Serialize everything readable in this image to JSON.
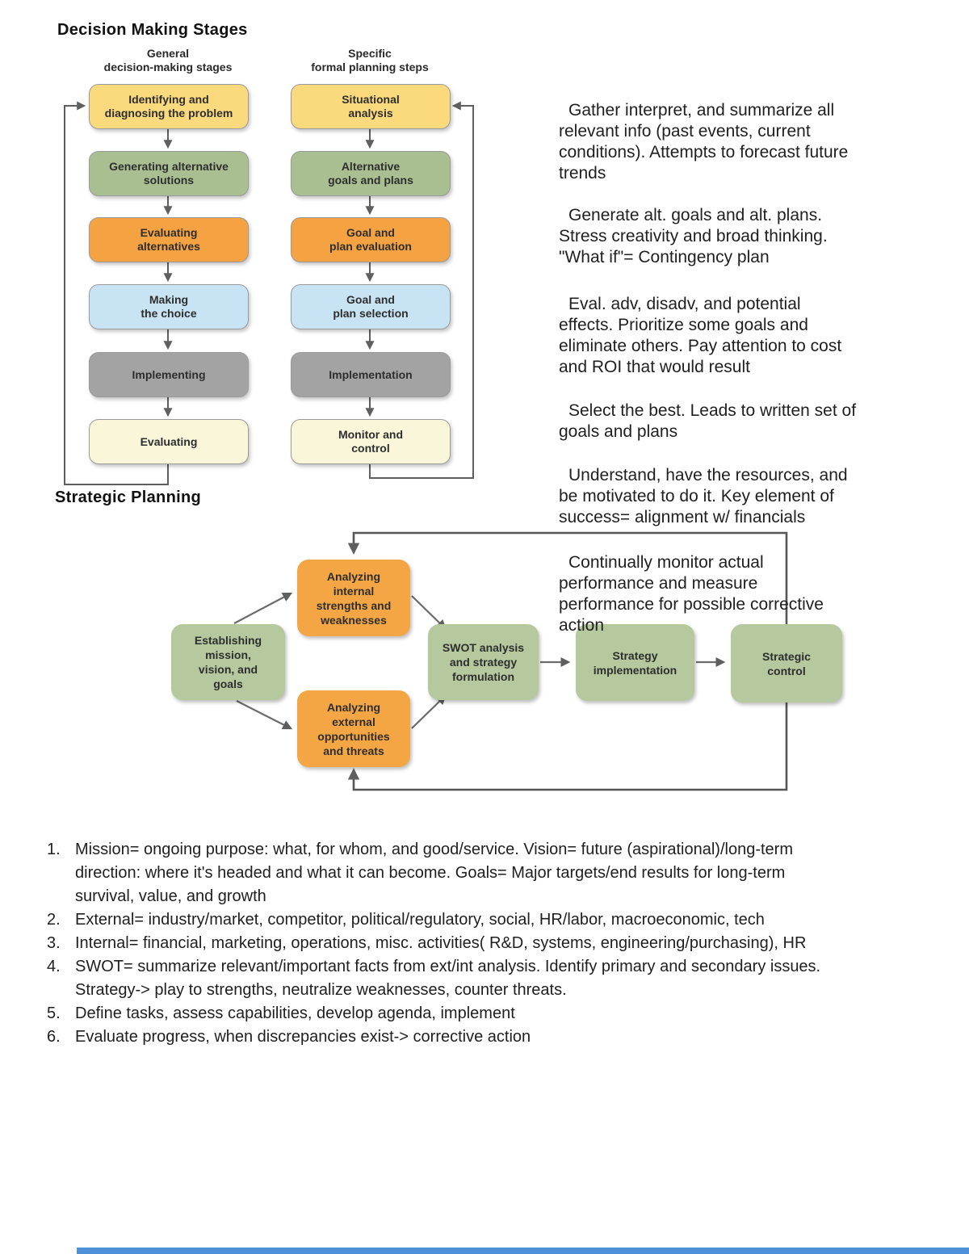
{
  "titles": {
    "main": "Decision Making Stages",
    "strategic": "Strategic Planning"
  },
  "decision_diagram": {
    "left_header": "General\ndecision-making stages",
    "right_header": "Specific\nformal planning steps",
    "rows": [
      {
        "color": "#fbd97d",
        "left": "Identifying and\ndiagnosing the problem",
        "right": "Situational\nanalysis"
      },
      {
        "color": "#a9bf92",
        "left": "Generating alternative\nsolutions",
        "right": "Alternative\ngoals and plans"
      },
      {
        "color": "#f5a243",
        "left": "Evaluating\nalternatives",
        "right": "Goal and\nplan evaluation"
      },
      {
        "color": "#c8e4f4",
        "left": "Making\nthe choice",
        "right": "Goal and\nplan selection"
      },
      {
        "color": "#a3a3a3",
        "left": "Implementing",
        "right": "Implementation"
      },
      {
        "color": "#f9f6da",
        "left": "Evaluating",
        "right": "Monitor and\ncontrol"
      }
    ]
  },
  "annotations": [
    "Gather interpret, and summarize all\nrelevant info (past events, current\nconditions). Attempts to forecast future\ntrends",
    "Generate alt. goals and alt. plans.\nStress creativity and broad thinking.\n\"What if\"= Contingency plan",
    "Eval. adv, disadv, and potential\neffects. Prioritize some goals and\neliminate others. Pay attention to cost\nand ROI that would result",
    "Select the best. Leads to written set of\ngoals and plans",
    "Understand, have the resources, and\nbe motivated to do it. Key element of\nsuccess= alignment w/ financials",
    "Continually monitor actual\nperformance and measure\nperformance for possible corrective\naction"
  ],
  "strategic_diagram": {
    "boxes": [
      {
        "label": "Establishing\nmission,\nvision, and\ngoals",
        "color": "#b5c89e"
      },
      {
        "label": "Analyzing\ninternal\nstrengths and\nweaknesses",
        "color": "#f4a544"
      },
      {
        "label": "Analyzing\nexternal\nopportunities\nand threats",
        "color": "#f4a544"
      },
      {
        "label": "SWOT analysis\nand strategy\nformulation",
        "color": "#b5c89e"
      },
      {
        "label": "Strategy\nimplementation",
        "color": "#b5c89e"
      },
      {
        "label": "Strategic\ncontrol",
        "color": "#b5c89e"
      }
    ]
  },
  "notes": [
    {
      "num": "1.",
      "text": "Mission= ongoing purpose: what, for whom, and good/service. Vision= future (aspirational)/long-term\ndirection: where it's headed and what it can become. Goals= Major targets/end results for long-term\nsurvival, value, and growth"
    },
    {
      "num": "2.",
      "text": "External= industry/market, competitor, political/regulatory, social, HR/labor, macroeconomic, tech"
    },
    {
      "num": "3.",
      "text": "Internal= financial, marketing, operations, misc. activities( R&D, systems, engineering/purchasing), HR"
    },
    {
      "num": "4.",
      "text": "SWOT= summarize relevant/important facts from ext/int analysis. Identify primary and secondary issues.\nStrategy-> play to strengths, neutralize weaknesses, counter threats."
    },
    {
      "num": "5.",
      "text": "Define tasks, assess capabilities, develop agenda, implement"
    },
    {
      "num": "6.",
      "text": "Evaluate progress, when discrepancies exist-> corrective action"
    }
  ],
  "colors": {
    "connector_gray": "#5f5f5f",
    "bottom_bar_blue": "#4d90d8"
  }
}
